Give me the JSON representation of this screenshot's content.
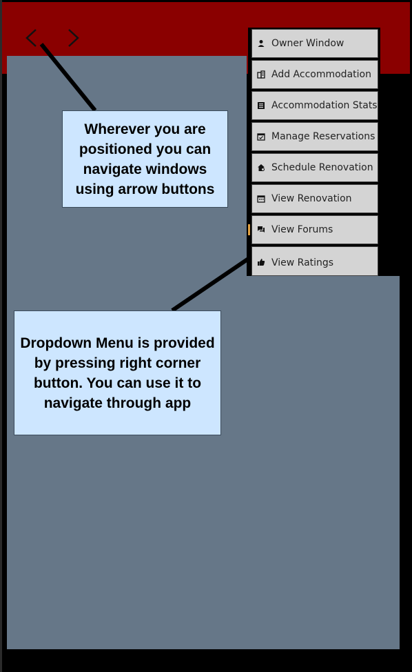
{
  "header": {
    "back_icon": "chevron-left-icon",
    "forward_icon": "chevron-right-icon"
  },
  "callouts": {
    "arrows_text": "Wherever you are positioned you can navigate windows using arrow buttons",
    "menu_text": "Dropdown Menu is provided by pressing right corner button. You can use it to navigate through app"
  },
  "menu": {
    "items": [
      {
        "label": "Owner Window",
        "icon": "person-icon"
      },
      {
        "label": "Add Accommodation",
        "icon": "building-icon"
      },
      {
        "label": "Accommodation Stats",
        "icon": "list-icon"
      },
      {
        "label": "Manage Reservations",
        "icon": "calendar-check-icon"
      },
      {
        "label": "Schedule Renovation",
        "icon": "home-gear-icon"
      },
      {
        "label": "View Renovation",
        "icon": "calendar-icon"
      },
      {
        "label": "View Forums",
        "icon": "forum-icon"
      },
      {
        "label": "View Ratings",
        "icon": "thumbs-up-icon"
      }
    ]
  },
  "colors": {
    "header": "#8a0000",
    "pane": "#667788",
    "callout": "#cde6ff",
    "menu_item": "#d4d4d4"
  }
}
